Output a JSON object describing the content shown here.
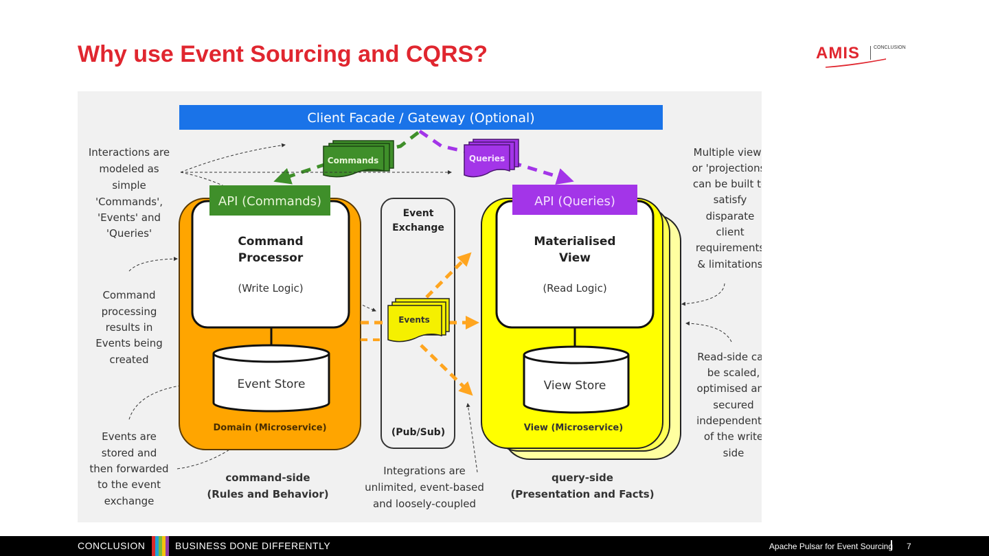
{
  "slide": {
    "title": "Why use Event Sourcing and CQRS?",
    "logo": {
      "brand": "AMIS",
      "sub": "CONCLUSION",
      "color": "#e0262f"
    }
  },
  "diagram": {
    "gateway": "Client Facade / Gateway (Optional)",
    "commands_msg": "Commands",
    "queries_msg": "Queries",
    "events_msg": "Events",
    "command_side": {
      "api": "API (Commands)",
      "processor_line1": "Command",
      "processor_line2": "Processor",
      "logic": "(Write Logic)",
      "store": "Event Store",
      "service": "Domain (Microservice)",
      "caption_line1": "command-side",
      "caption_line2": "(Rules and Behavior)"
    },
    "exchange": {
      "title_line1": "Event",
      "title_line2": "Exchange",
      "mode": "(Pub/Sub)",
      "caption_line1": "Integrations are",
      "caption_line2": "unlimited, event-based",
      "caption_line3": "and loosely-coupled"
    },
    "query_side": {
      "api": "API (Queries)",
      "view_line1": "Materialised",
      "view_line2": "View",
      "logic": "(Read Logic)",
      "store": "View Store",
      "service": "View (Microservice)",
      "caption_line1": "query-side",
      "caption_line2": "(Presentation and Facts)"
    },
    "notes_left": {
      "interactions": [
        "Interactions are",
        "modeled as",
        "simple",
        "'Commands',",
        "'Events' and",
        "'Queries'"
      ],
      "processing": [
        "Command",
        "processing",
        "results in",
        "Events being",
        "created"
      ],
      "stored": [
        "Events are",
        "stored and",
        "then forwarded",
        "to the event",
        "exchange"
      ]
    },
    "notes_right": {
      "views": [
        "Multiple views",
        "or 'projections'",
        "can be built to",
        "satisfy",
        "disparate",
        "client",
        "requirements",
        "& limitations"
      ],
      "scaling": [
        "Read-side can",
        "be scaled,",
        "optimised and",
        "secured",
        "independently",
        "of the write",
        "side"
      ]
    },
    "colors": {
      "gateway": "#1a73e8",
      "commands": "#3f8f2a",
      "queries": "#a335e8",
      "command_side": "#ffa500",
      "query_side": "#ffff00",
      "events": "#f5f000"
    }
  },
  "footer": {
    "company": "CONCLUSION",
    "tagline": "BUSINESS DONE DIFFERENTLY",
    "deck_title": "Apache Pulsar for Event Sourcing",
    "page_number": "7",
    "stripe_colors": [
      "#d92b2b",
      "#1fa0d8",
      "#7bb83a",
      "#f4c20d",
      "#8e3fa6"
    ]
  }
}
